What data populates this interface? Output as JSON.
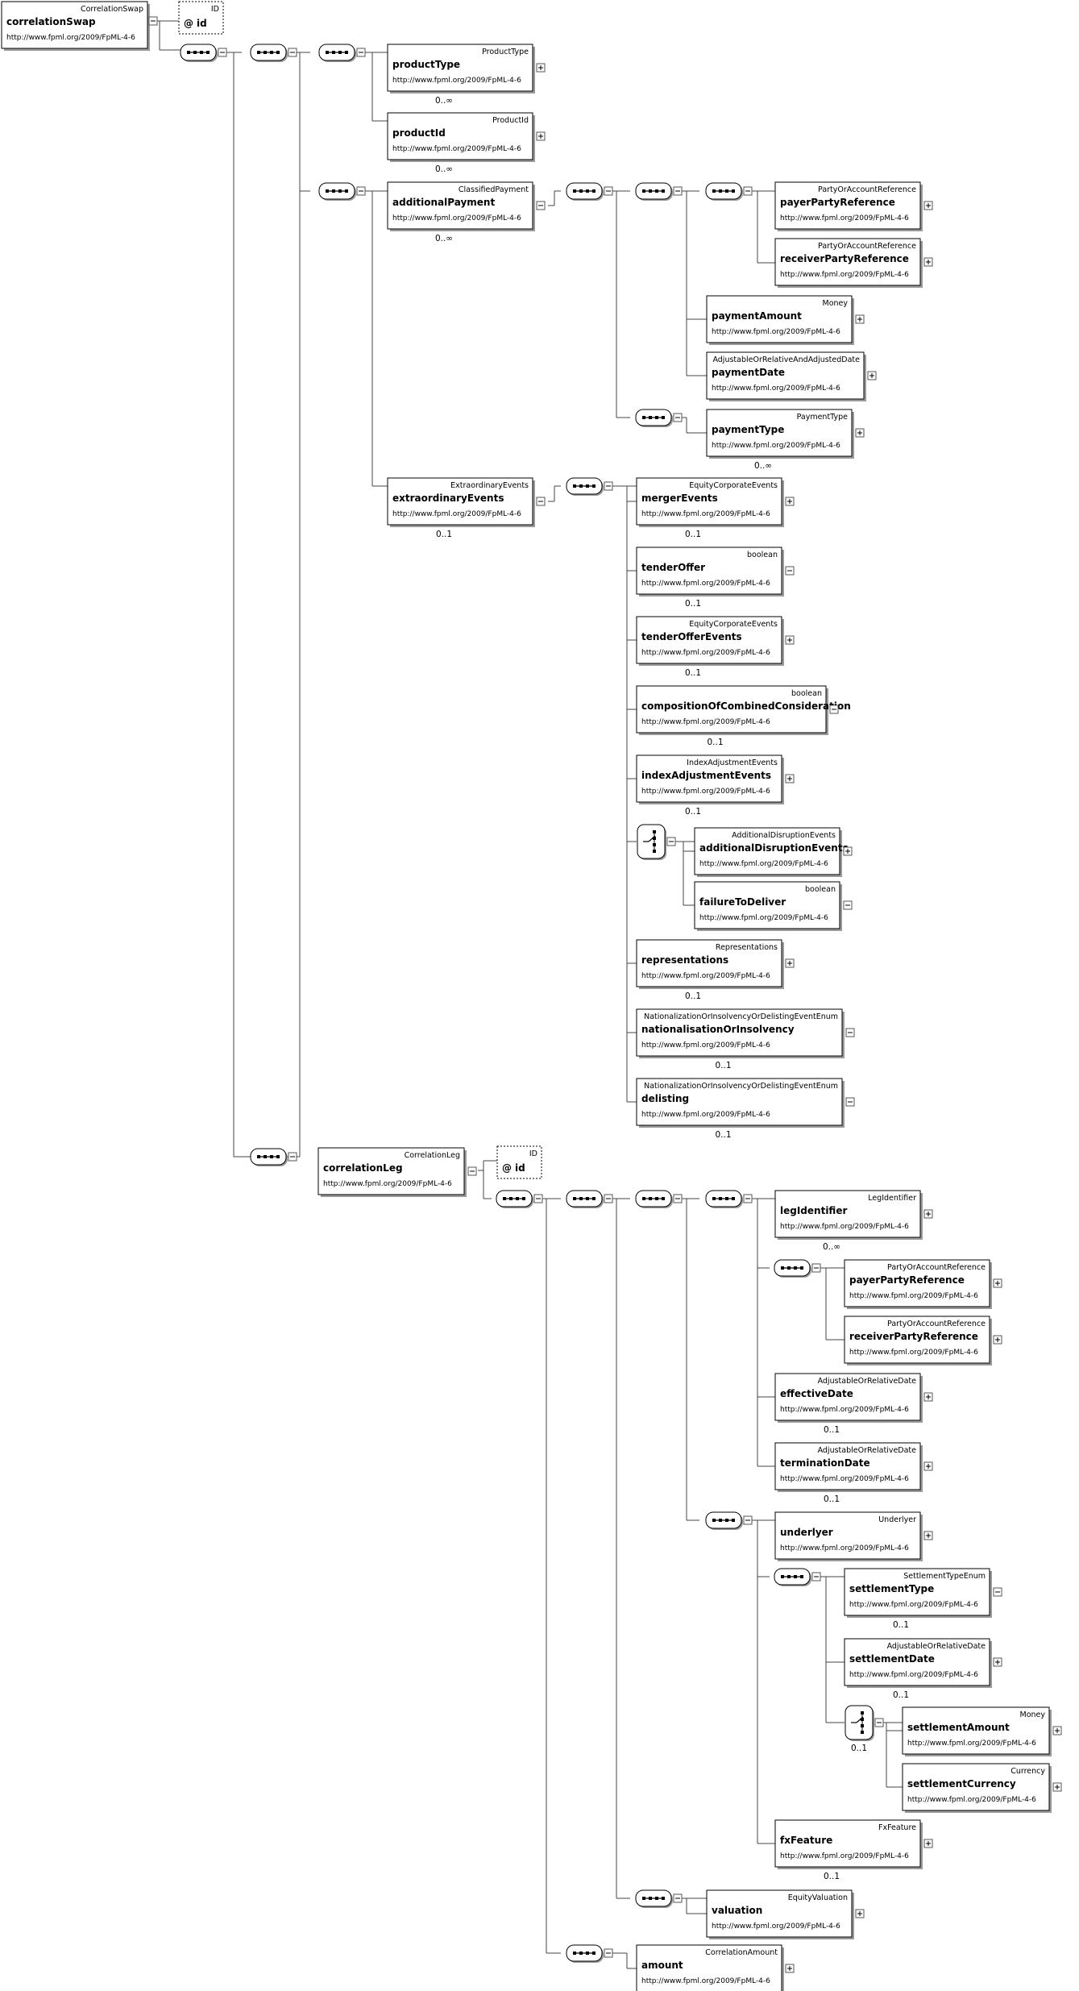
{
  "ns": "http://www.fpml.org/2009/FpML-4-6",
  "root": {
    "name": "correlationSwap",
    "type": "CorrelationSwap",
    "attr": {
      "name": "id",
      "type": "ID"
    }
  },
  "elements": [
    {
      "id": "productType",
      "name": "productType",
      "type": "ProductType",
      "card": "0..∞",
      "expandable": true
    },
    {
      "id": "productId",
      "name": "productId",
      "type": "ProductId",
      "card": "0..∞",
      "expandable": true
    },
    {
      "id": "additionalPayment",
      "name": "additionalPayment",
      "type": "ClassifiedPayment",
      "card": "0..∞",
      "expandable": false
    },
    {
      "id": "ap_payer",
      "name": "payerPartyReference",
      "type": "PartyOrAccountReference",
      "card": "",
      "expandable": true
    },
    {
      "id": "ap_receiver",
      "name": "receiverPartyReference",
      "type": "PartyOrAccountReference",
      "card": "",
      "expandable": true
    },
    {
      "id": "paymentAmount",
      "name": "paymentAmount",
      "type": "Money",
      "card": "",
      "expandable": true
    },
    {
      "id": "paymentDate",
      "name": "paymentDate",
      "type": "AdjustableOrRelativeAndAdjustedDate",
      "card": "",
      "expandable": true
    },
    {
      "id": "paymentType",
      "name": "paymentType",
      "type": "PaymentType",
      "card": "0..∞",
      "expandable": true
    },
    {
      "id": "extraordinaryEvents",
      "name": "extraordinaryEvents",
      "type": "ExtraordinaryEvents",
      "card": "0..1",
      "expandable": false
    },
    {
      "id": "mergerEvents",
      "name": "mergerEvents",
      "type": "EquityCorporateEvents",
      "card": "0..1",
      "expandable": true
    },
    {
      "id": "tenderOffer",
      "name": "tenderOffer",
      "type": "boolean",
      "card": "0..1",
      "expandable": false
    },
    {
      "id": "tenderOfferEvents",
      "name": "tenderOfferEvents",
      "type": "EquityCorporateEvents",
      "card": "0..1",
      "expandable": true
    },
    {
      "id": "compositionOfCombinedConsideration",
      "name": "compositionOfCombinedConsideration",
      "type": "boolean",
      "card": "0..1",
      "expandable": false
    },
    {
      "id": "indexAdjustmentEvents",
      "name": "indexAdjustmentEvents",
      "type": "IndexAdjustmentEvents",
      "card": "0..1",
      "expandable": true
    },
    {
      "id": "additionalDisruptionEvents",
      "name": "additionalDisruptionEvents",
      "type": "AdditionalDisruptionEvents",
      "card": "",
      "expandable": true
    },
    {
      "id": "failureToDeliver",
      "name": "failureToDeliver",
      "type": "boolean",
      "card": "",
      "expandable": false
    },
    {
      "id": "representations",
      "name": "representations",
      "type": "Representations",
      "card": "0..1",
      "expandable": true
    },
    {
      "id": "nationalisationOrInsolvency",
      "name": "nationalisationOrInsolvency",
      "type": "NationalizationOrInsolvencyOrDelistingEventEnum",
      "card": "0..1",
      "expandable": false
    },
    {
      "id": "delisting",
      "name": "delisting",
      "type": "NationalizationOrInsolvencyOrDelistingEventEnum",
      "card": "0..1",
      "expandable": false
    },
    {
      "id": "correlationLeg",
      "name": "correlationLeg",
      "type": "CorrelationLeg",
      "card": "",
      "expandable": false
    },
    {
      "id": "legIdentifier",
      "name": "legIdentifier",
      "type": "LegIdentifier",
      "card": "0..∞",
      "expandable": true
    },
    {
      "id": "cl_payer",
      "name": "payerPartyReference",
      "type": "PartyOrAccountReference",
      "card": "",
      "expandable": true
    },
    {
      "id": "cl_receiver",
      "name": "receiverPartyReference",
      "type": "PartyOrAccountReference",
      "card": "",
      "expandable": true
    },
    {
      "id": "effectiveDate",
      "name": "effectiveDate",
      "type": "AdjustableOrRelativeDate",
      "card": "0..1",
      "expandable": true
    },
    {
      "id": "terminationDate",
      "name": "terminationDate",
      "type": "AdjustableOrRelativeDate",
      "card": "0..1",
      "expandable": true
    },
    {
      "id": "underlyer",
      "name": "underlyer",
      "type": "Underlyer",
      "card": "",
      "expandable": true
    },
    {
      "id": "settlementType",
      "name": "settlementType",
      "type": "SettlementTypeEnum",
      "card": "0..1",
      "expandable": false
    },
    {
      "id": "settlementDate",
      "name": "settlementDate",
      "type": "AdjustableOrRelativeDate",
      "card": "0..1",
      "expandable": true
    },
    {
      "id": "settlementAmount",
      "name": "settlementAmount",
      "type": "Money",
      "card": "",
      "expandable": true
    },
    {
      "id": "settlementCurrency",
      "name": "settlementCurrency",
      "type": "Currency",
      "card": "",
      "expandable": true
    },
    {
      "id": "fxFeature",
      "name": "fxFeature",
      "type": "FxFeature",
      "card": "0..1",
      "expandable": true
    },
    {
      "id": "valuation",
      "name": "valuation",
      "type": "EquityValuation",
      "card": "",
      "expandable": true
    },
    {
      "id": "amount",
      "name": "amount",
      "type": "CorrelationAmount",
      "card": "",
      "expandable": true
    }
  ],
  "attributes": [
    {
      "id": "rootId",
      "name": "id",
      "type": "ID"
    },
    {
      "id": "legId",
      "name": "id",
      "type": "ID"
    }
  ],
  "compositors": [
    {
      "id": "s_root",
      "kind": "sequence",
      "card": ""
    },
    {
      "id": "s_a",
      "kind": "sequence",
      "card": ""
    },
    {
      "id": "s_b1",
      "kind": "sequence",
      "card": ""
    },
    {
      "id": "s_b2",
      "kind": "sequence",
      "card": ""
    },
    {
      "id": "s_ap1",
      "kind": "sequence",
      "card": ""
    },
    {
      "id": "s_ap2",
      "kind": "sequence",
      "card": ""
    },
    {
      "id": "s_ap3",
      "kind": "sequence",
      "card": ""
    },
    {
      "id": "s_ap4",
      "kind": "sequence",
      "card": ""
    },
    {
      "id": "s_ee",
      "kind": "sequence",
      "card": ""
    },
    {
      "id": "c_ee",
      "kind": "choice",
      "card": ""
    },
    {
      "id": "s_legwrap",
      "kind": "sequence",
      "card": ""
    },
    {
      "id": "s_cl1",
      "kind": "sequence",
      "card": ""
    },
    {
      "id": "s_cl2",
      "kind": "sequence",
      "card": ""
    },
    {
      "id": "s_cl3",
      "kind": "sequence",
      "card": ""
    },
    {
      "id": "s_cl4",
      "kind": "sequence",
      "card": ""
    },
    {
      "id": "s_cl5",
      "kind": "sequence",
      "card": ""
    },
    {
      "id": "s_cl6",
      "kind": "sequence",
      "card": ""
    },
    {
      "id": "s_cl7",
      "kind": "sequence",
      "card": ""
    },
    {
      "id": "c_cl",
      "kind": "choice",
      "card": "0..1"
    },
    {
      "id": "s_val",
      "kind": "sequence",
      "card": ""
    },
    {
      "id": "s_amt",
      "kind": "sequence",
      "card": ""
    }
  ]
}
